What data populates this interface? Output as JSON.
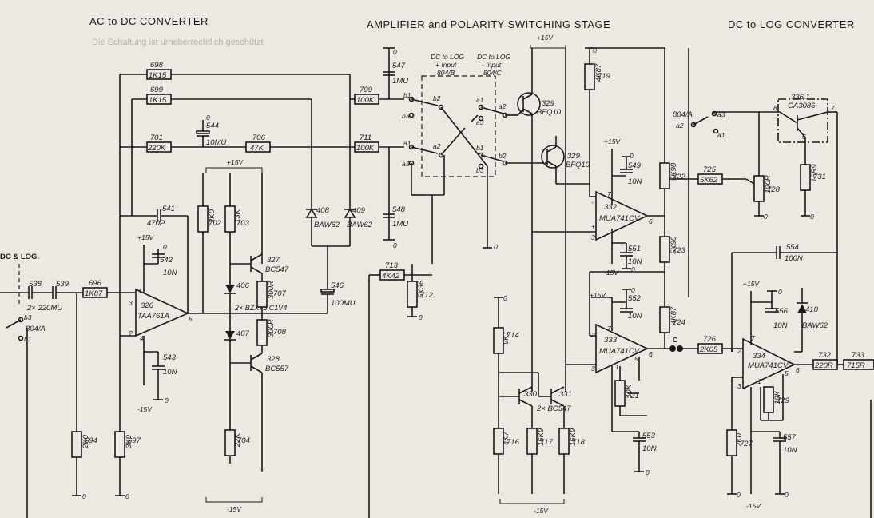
{
  "sections": {
    "ac_dc": "AC to DC CONVERTER",
    "amp": "AMPLIFIER and POLARITY SWITCHING STAGE",
    "log": "DC to LOG CONVERTER",
    "left_tag": "DC & LOG."
  },
  "faint_text": "Die Schaltung ist urheberrechtlich geschützt",
  "resistors": {
    "r698": {
      "ref": "698",
      "val": "1K15"
    },
    "r699": {
      "ref": "699",
      "val": "1K15"
    },
    "r701": {
      "ref": "701",
      "val": "220K"
    },
    "r706": {
      "ref": "706",
      "val": "47K"
    },
    "r709": {
      "ref": "709",
      "val": "100K"
    },
    "r711": {
      "ref": "711",
      "val": "100K"
    },
    "r696": {
      "ref": "696",
      "val": "1K87"
    },
    "r702": {
      "ref": "702",
      "val": "2K0"
    },
    "r703": {
      "ref": "703",
      "val": "13K"
    },
    "r707": {
      "ref": "707",
      "val": "300R"
    },
    "r708": {
      "ref": "708",
      "val": "300R"
    },
    "r704": {
      "ref": "704",
      "val": "22K"
    },
    "r694": {
      "ref": "694",
      "val": "2K0"
    },
    "r697": {
      "ref": "697",
      "val": "3K9"
    },
    "r713": {
      "ref": "713",
      "val": "4K42"
    },
    "r712": {
      "ref": "712",
      "val": "5K36"
    },
    "r714": {
      "ref": "714",
      "val": "9K1"
    },
    "r716": {
      "ref": "716",
      "val": "4K7"
    },
    "r717": {
      "ref": "717",
      "val": "16K9"
    },
    "r718": {
      "ref": "718",
      "val": "16K9"
    },
    "r719": {
      "ref": "719",
      "val": "4K87"
    },
    "r722": {
      "ref": "722",
      "val": "5K90"
    },
    "r723": {
      "ref": "723",
      "val": "5K90"
    },
    "r724": {
      "ref": "724",
      "val": "4K87"
    },
    "r721": {
      "ref": "721",
      "val": "10K"
    },
    "r725": {
      "ref": "725",
      "val": "5K62"
    },
    "r728": {
      "ref": "728",
      "val": "100R"
    },
    "r731": {
      "ref": "731",
      "val": "16R9"
    },
    "r726": {
      "ref": "726",
      "val": "2K05"
    },
    "r727": {
      "ref": "727",
      "val": "2K0"
    },
    "r729": {
      "ref": "729",
      "val": "10K"
    },
    "r732": {
      "ref": "732",
      "val": "220R"
    },
    "r733": {
      "ref": "733",
      "val": "715R"
    }
  },
  "capacitors": {
    "c547": {
      "ref": "547",
      "val": "1MU"
    },
    "c544": {
      "ref": "544",
      "val": "10MU"
    },
    "c541": {
      "ref": "541",
      "val": "470P"
    },
    "c542": {
      "ref": "542",
      "val": "10N"
    },
    "c543": {
      "ref": "543",
      "val": "10N"
    },
    "c538": {
      "ref": "538",
      "val": ""
    },
    "c539": {
      "ref": "539",
      "val": ""
    },
    "c538_539_val": "2× 220MU",
    "c546": {
      "ref": "546",
      "val": "100MU"
    },
    "c548": {
      "ref": "548",
      "val": "1MU"
    },
    "c549": {
      "ref": "549",
      "val": "10N"
    },
    "c551": {
      "ref": "551",
      "val": "10N"
    },
    "c552": {
      "ref": "552",
      "val": "10N"
    },
    "c553": {
      "ref": "553",
      "val": "10N"
    },
    "c554": {
      "ref": "554",
      "val": "100N"
    },
    "c556": {
      "ref": "556",
      "val": "10N"
    },
    "c557": {
      "ref": "557",
      "val": "10N"
    }
  },
  "semis": {
    "d408": {
      "ref": "408",
      "val": "BAW62"
    },
    "d409": {
      "ref": "409",
      "val": "BAW62"
    },
    "d406": {
      "ref": "406"
    },
    "d407": {
      "ref": "407"
    },
    "zener_val": "2× BZX75 C1V4",
    "d410": {
      "ref": "410",
      "val": "BAW62"
    },
    "q327": {
      "ref": "327",
      "val": "BC547"
    },
    "q328": {
      "ref": "328",
      "val": "BC557"
    },
    "q329a": {
      "ref": "329",
      "val": "BFQ10"
    },
    "q329b": {
      "ref": "329",
      "val": "BFQ10"
    },
    "q330": {
      "ref": "330"
    },
    "q331": {
      "ref": "331"
    },
    "q330_331_val": "2× BC547",
    "ic336": {
      "ref": "336.1",
      "val": "CA3086"
    }
  },
  "opamps": {
    "u326": {
      "ref": "326",
      "val": "TAA761A"
    },
    "u332": {
      "ref": "332",
      "val": "MUA741CV"
    },
    "u333": {
      "ref": "333",
      "val": "MUA741CV"
    },
    "u334": {
      "ref": "334",
      "val": "MUA741CV"
    }
  },
  "switches": {
    "sw_b": {
      "title": "DC to LOG",
      "sub": "+ Input",
      "ref": "804/B"
    },
    "sw_c": {
      "title": "DC to LOG",
      "sub": "- Input",
      "ref": "804/C"
    },
    "sw_a": {
      "ref": "804/A"
    },
    "sw_a_left": {
      "ref": "804/A"
    }
  },
  "rails": {
    "pos": "+15V",
    "neg": "-15V",
    "gnd": "0"
  },
  "nodes": {
    "c": "C"
  }
}
